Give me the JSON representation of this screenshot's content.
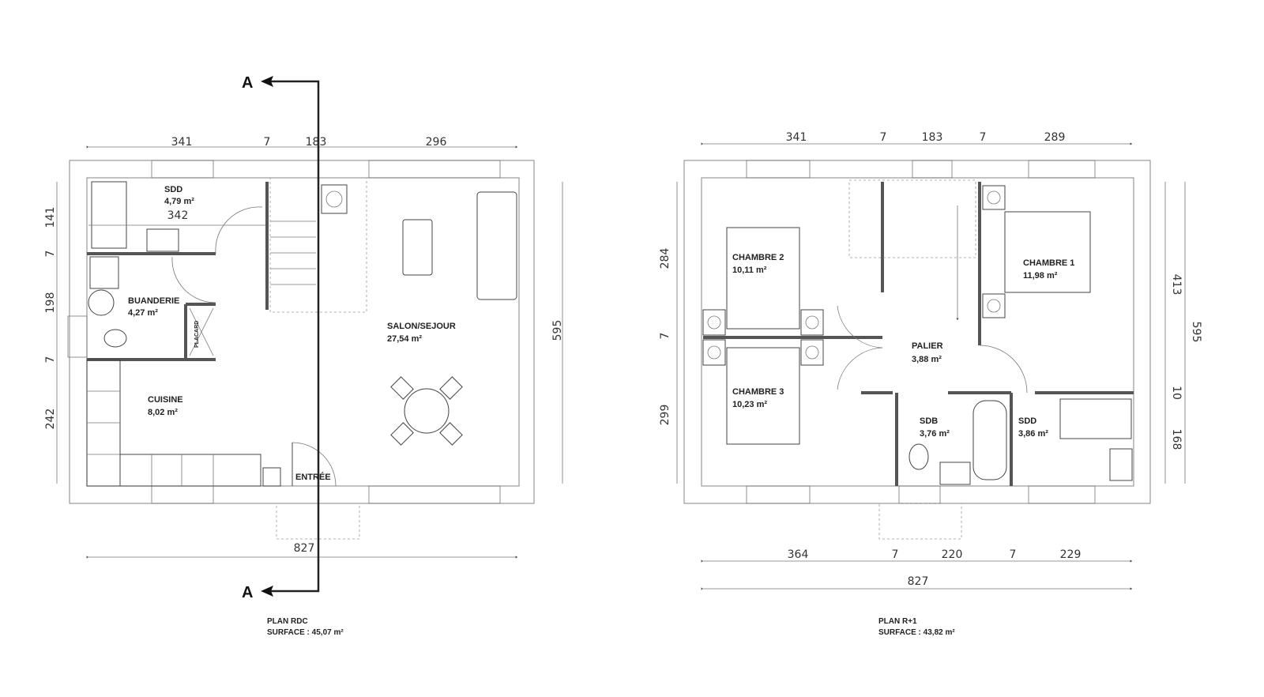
{
  "section_marker": "A",
  "plan_rdc": {
    "title": "PLAN RDC",
    "surface": "SURFACE : 45,07 m²",
    "dims_top": [
      "341",
      "7",
      "183",
      "296"
    ],
    "dims_left": [
      "141",
      "7",
      "198",
      "7",
      "242"
    ],
    "dim_right": "595",
    "dim_bottom": "827",
    "dim_inner": "342",
    "rooms": [
      {
        "name": "SDD",
        "area": "4,79 m²"
      },
      {
        "name": "BUANDERIE",
        "area": "4,27 m²"
      },
      {
        "name": "CUISINE",
        "area": "8,02 m²"
      },
      {
        "name": "SALON/SEJOUR",
        "area": "27,54 m²"
      },
      {
        "name": "ENTRÉE"
      },
      {
        "name": "PLACARD"
      }
    ]
  },
  "plan_r1": {
    "title": "PLAN R+1",
    "surface": "SURFACE : 43,82 m²",
    "dims_top": [
      "341",
      "7",
      "183",
      "7",
      "289"
    ],
    "dims_left": [
      "284",
      "7",
      "299"
    ],
    "dims_right": [
      "413",
      "595",
      "10",
      "168"
    ],
    "dims_bottom": [
      "364",
      "7",
      "220",
      "7",
      "229"
    ],
    "dim_total": "827",
    "rooms": [
      {
        "name": "CHAMBRE 2",
        "area": "10,11 m²"
      },
      {
        "name": "CHAMBRE 1",
        "area": "11,98 m²"
      },
      {
        "name": "CHAMBRE 3",
        "area": "10,23 m²"
      },
      {
        "name": "PALIER",
        "area": "3,88 m²"
      },
      {
        "name": "SDB",
        "area": "3,76 m²"
      },
      {
        "name": "SDD",
        "area": "3,86 m²"
      }
    ]
  }
}
